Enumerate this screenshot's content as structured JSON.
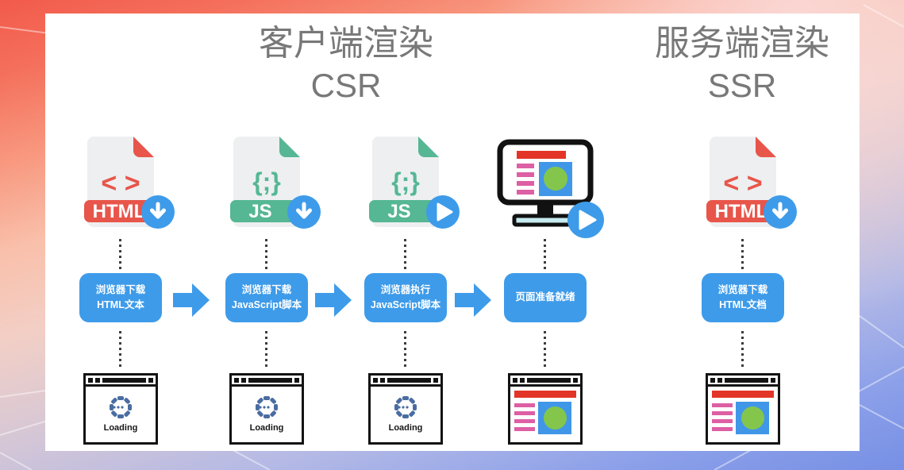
{
  "titles": {
    "csr": {
      "heading": "客户端渲染",
      "abbr": "CSR"
    },
    "ssr": {
      "heading": "服务端渲染",
      "abbr": "SSR"
    }
  },
  "columns": [
    {
      "icon": "html-file",
      "glyph": "< >",
      "file_label": "HTML",
      "badge": "download",
      "step_line1": "浏览器下载",
      "step_line2": "HTML文本",
      "result": "loading",
      "loading_label": "Loading"
    },
    {
      "icon": "js-file",
      "glyph": "{;}",
      "file_label": "JS",
      "badge": "download",
      "step_line1": "浏览器下载",
      "step_line2": "JavaScript脚本",
      "result": "loading",
      "loading_label": "Loading"
    },
    {
      "icon": "js-file",
      "glyph": "{;}",
      "file_label": "JS",
      "badge": "play",
      "step_line1": "浏览器执行",
      "step_line2": "JavaScript脚本",
      "result": "loading",
      "loading_label": "Loading"
    },
    {
      "icon": "monitor",
      "badge": "play",
      "step_line1": "页面准备就绪",
      "step_line2": "",
      "result": "content"
    },
    {
      "icon": "html-file",
      "glyph": "< >",
      "file_label": "HTML",
      "badge": "download",
      "step_line1": "浏览器下载",
      "step_line2": "HTML文档",
      "result": "content"
    }
  ],
  "colors": {
    "accent_blue": "#3e9be9",
    "html_red": "#e8554a",
    "js_teal": "#55b794",
    "file_gray": "#edeff0",
    "content_red": "#e33527",
    "pink_line": "#dd5fa4",
    "green_circle": "#84c64c",
    "content_blue": "#4097e8",
    "monitor_base_cyan": "#c6ebf0",
    "spinner_slate": "#4a6da1",
    "title_gray": "#787878"
  }
}
